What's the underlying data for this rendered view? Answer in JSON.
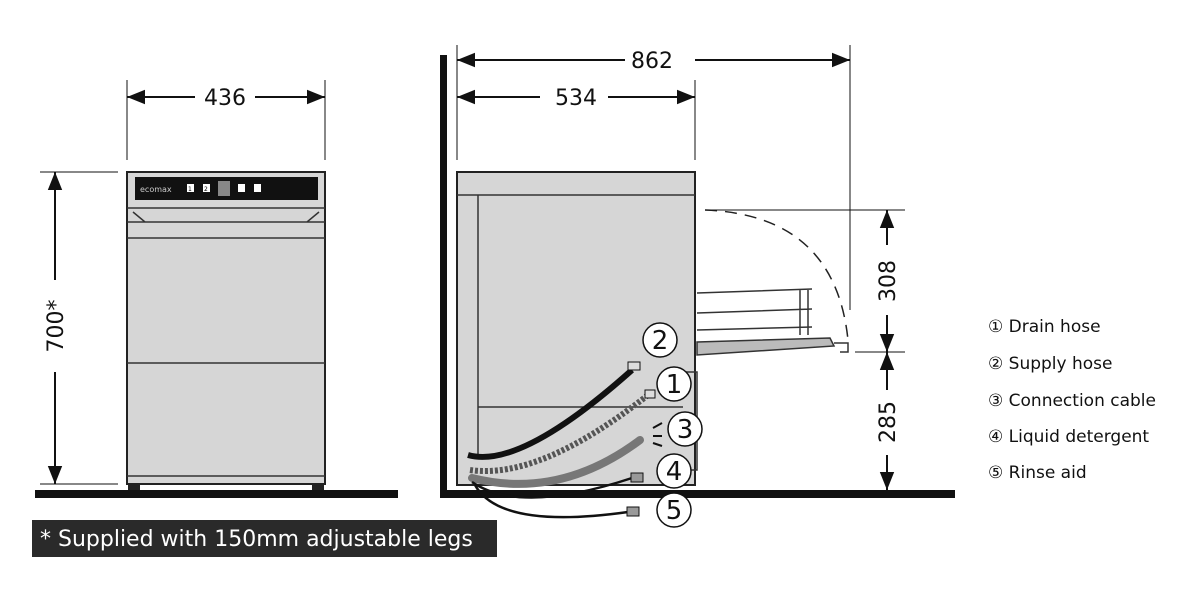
{
  "front_view": {
    "width_dim": "436",
    "height_dim": "700*",
    "logo_text": "ecomax",
    "panel_buttons": [
      "1",
      "2"
    ]
  },
  "side_view": {
    "depth_open_dim": "862",
    "depth_dim": "534",
    "door_height_dim": "308",
    "door_base_dim": "285",
    "callouts": [
      "2",
      "1",
      "3",
      "4",
      "5"
    ]
  },
  "legend": [
    {
      "num": "①",
      "label": "Drain hose"
    },
    {
      "num": "②",
      "label": "Supply hose"
    },
    {
      "num": "③",
      "label": "Connection cable"
    },
    {
      "num": "④",
      "label": "Liquid detergent"
    },
    {
      "num": "⑤",
      "label": "Rinse aid"
    }
  ],
  "footnote": "* Supplied with 150mm adjustable legs",
  "colors": {
    "body": "#d6d6d6",
    "panel": "#111111",
    "line": "#111111"
  }
}
